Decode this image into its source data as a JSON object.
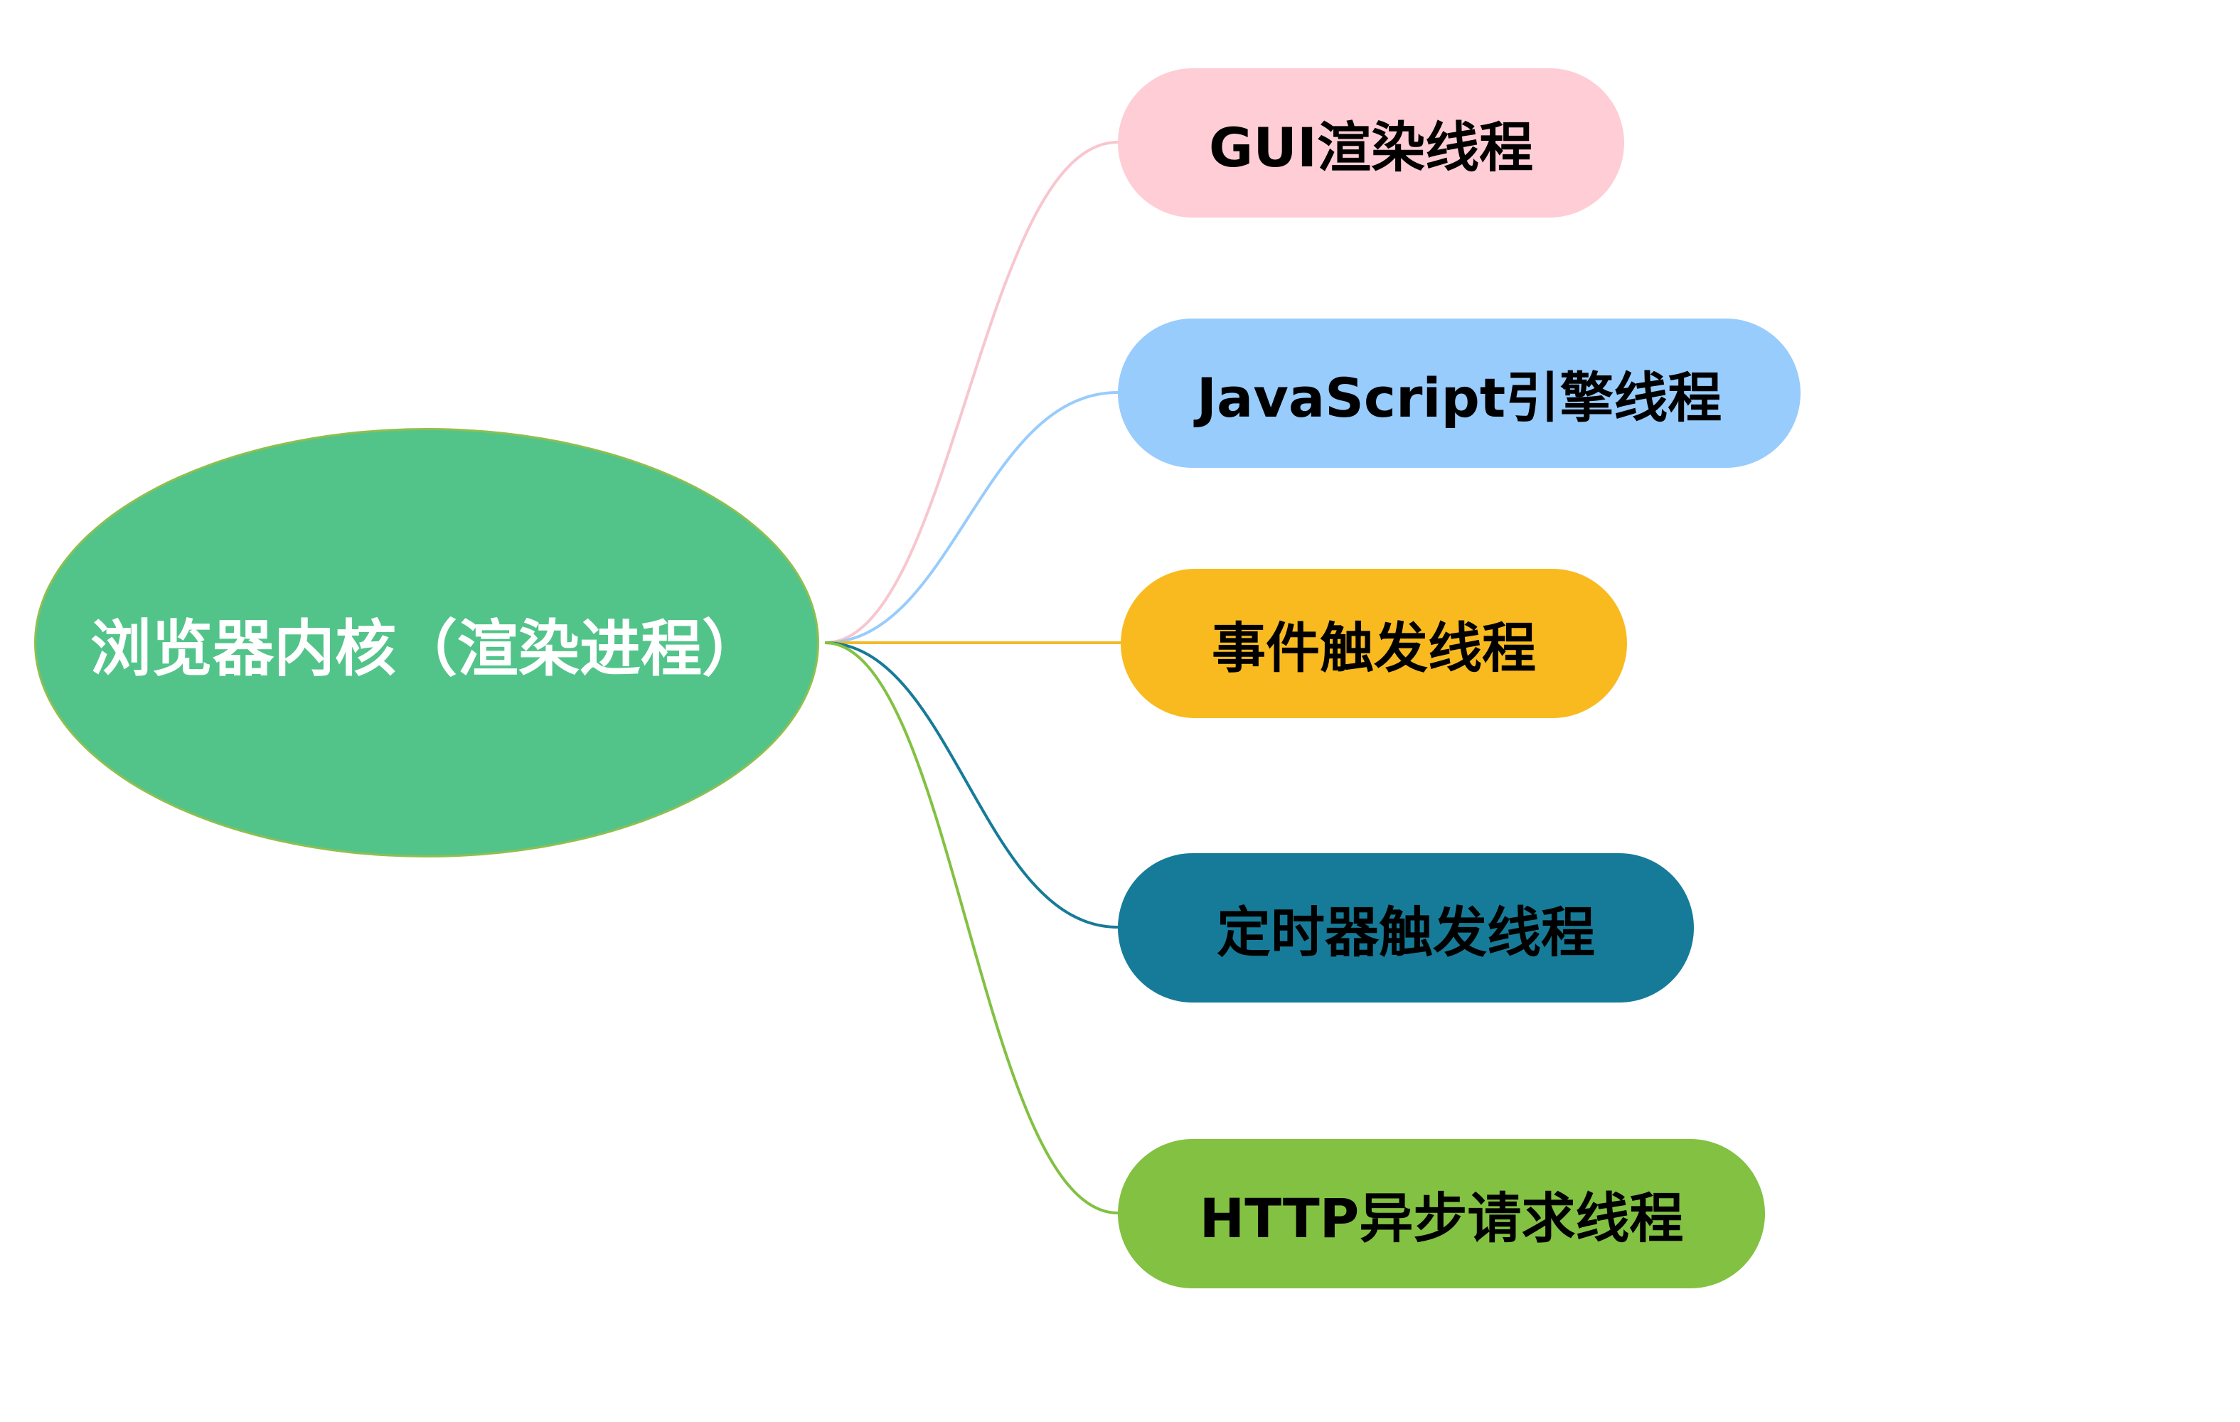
{
  "root": {
    "label": "浏览器内核（渲染进程）",
    "fill": "#52c48a",
    "text_color": "#ffffff"
  },
  "branches": [
    {
      "label": "GUI渲染线程",
      "fill": "#ffcdd6",
      "line": "#f8c6cf",
      "text_color": "#000000"
    },
    {
      "label": "JavaScript引擎线程",
      "fill": "#98ccfc",
      "line": "#98ccfc",
      "text_color": "#000000"
    },
    {
      "label": "事件触发线程",
      "fill": "#f9ba1f",
      "line": "#f3b92c",
      "text_color": "#000000"
    },
    {
      "label": "定时器触发线程",
      "fill": "#167b98",
      "line": "#167b98",
      "text_color": "#000000"
    },
    {
      "label": "HTTP异步请求线程",
      "fill": "#82c142",
      "line": "#82c142",
      "text_color": "#000000"
    }
  ]
}
